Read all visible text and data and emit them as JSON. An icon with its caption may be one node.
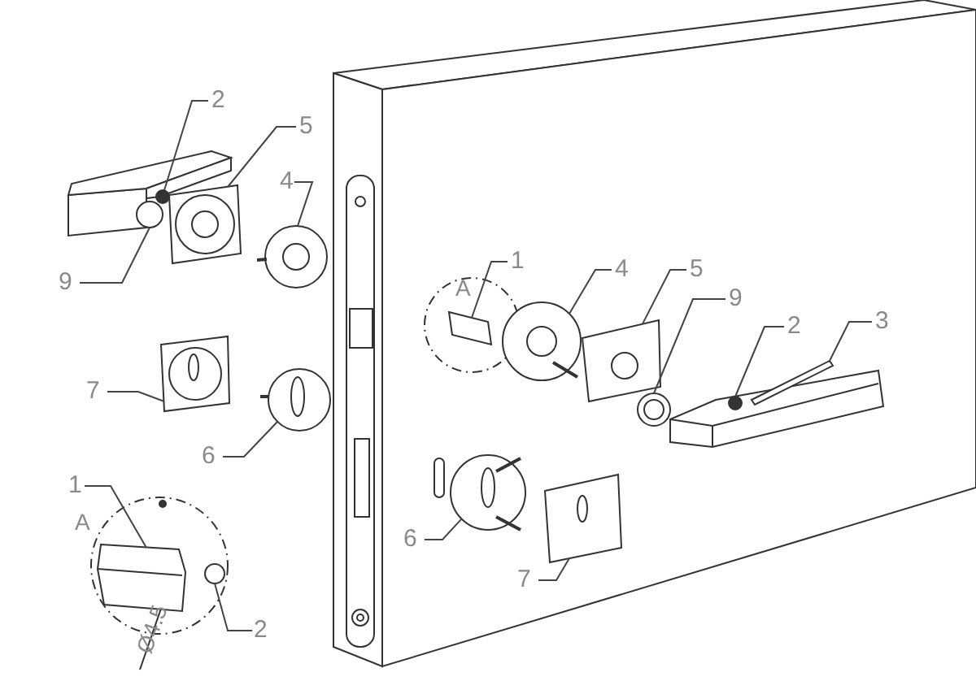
{
  "diagram": {
    "nodes": [
      {
        "text": [
          "2"
        ]
      },
      {
        "text": [
          "5"
        ]
      },
      {
        "text": [
          "4"
        ]
      },
      {
        "text": [
          "9"
        ]
      },
      {
        "text": [
          "7"
        ]
      },
      {
        "text": [
          "6"
        ]
      },
      {
        "text": [
          "1"
        ]
      },
      {
        "text": [
          "2"
        ]
      },
      {
        "text": [
          "1"
        ]
      },
      {
        "text": [
          "4"
        ]
      },
      {
        "text": [
          "5"
        ]
      },
      {
        "text": [
          "9"
        ]
      },
      {
        "text": [
          "2"
        ]
      },
      {
        "text": [
          "3"
        ]
      },
      {
        "text": [
          "6"
        ]
      },
      {
        "text": [
          "7"
        ]
      },
      {
        "text": [],
        "shape": "circle"
      },
      {
        "text": [],
        "shape": "picture"
      },
      {
        "text": [],
        "shape": "picture"
      },
      {
        "text": [],
        "shape": "circle"
      },
      {
        "text": [],
        "shape": "picture"
      },
      {
        "text": [],
        "shape": "picture"
      },
      {
        "text": [],
        "shape": "picture"
      },
      {
        "text": [],
        "shape": "circle"
      },
      {
        "text": [],
        "shape": "box"
      },
      {
        "text": [],
        "shape": "picture"
      },
      {
        "text": [],
        "shape": "picture"
      },
      {
        "text": [],
        "shape": "circle"
      },
      {
        "text": [],
        "shape": "circle"
      },
      {
        "text": [],
        "shape": "bar"
      },
      {
        "text": [],
        "shape": "picture"
      },
      {
        "text": [],
        "shape": "picture"
      }
    ],
    "edges": [
      {
        "from": 0,
        "to": 16,
        "arrow": "none"
      },
      {
        "from": 1,
        "to": 17,
        "arrow": "none"
      },
      {
        "from": 2,
        "to": 18,
        "arrow": "none"
      },
      {
        "from": 3,
        "to": 19,
        "arrow": "none"
      },
      {
        "from": 4,
        "to": 20,
        "arrow": "none"
      },
      {
        "from": 5,
        "to": 21,
        "arrow": "none"
      },
      {
        "from": 6,
        "to": 22,
        "arrow": "none"
      },
      {
        "from": 7,
        "to": 23,
        "arrow": "none"
      },
      {
        "from": 8,
        "to": 24,
        "arrow": "none"
      },
      {
        "from": 9,
        "to": 25,
        "arrow": "none"
      },
      {
        "from": 10,
        "to": 26,
        "arrow": "none"
      },
      {
        "from": 11,
        "to": 27,
        "arrow": "none"
      },
      {
        "from": 12,
        "to": 28,
        "arrow": "none"
      },
      {
        "from": 13,
        "to": 29,
        "arrow": "none"
      },
      {
        "from": 14,
        "to": 30,
        "arrow": "none"
      },
      {
        "from": 15,
        "to": 31,
        "arrow": "none"
      }
    ],
    "labels": [
      "A",
      "A",
      "Ø4.5"
    ]
  }
}
